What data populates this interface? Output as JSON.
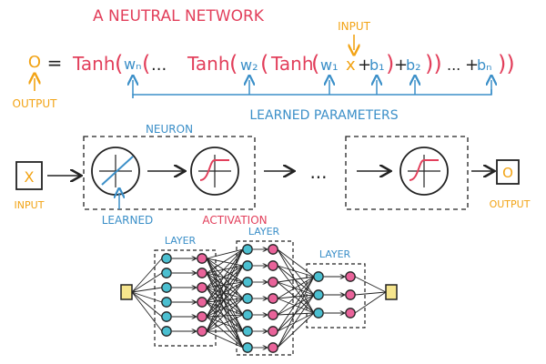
{
  "title": "A NEUTRAL NETWORK",
  "colors": {
    "red": "#e23f5b",
    "orange": "#f2a314",
    "blue": "#3b8fc8",
    "ink": "#222222",
    "teal": "#4bbfd0",
    "pink": "#e9639a",
    "yellow": "#f6e58d"
  },
  "equation": {
    "output": "O",
    "equals": "=",
    "tanh": "Tanh",
    "open_paren": "(",
    "ellipsis": "...",
    "w_n": "wₙ",
    "w_2": "w₂",
    "w_1": "w₁",
    "x": "x",
    "plus": "+",
    "b_1": "b₁",
    "b_2": "b₂",
    "b_n": "bₙ",
    "close_2": "))",
    "close_1": ")",
    "close_end": "))",
    "input_label": "INPUT",
    "output_label": "OUTPUT",
    "learned_parameters": "LEARNED PARAMETERS"
  },
  "pipeline": {
    "input_box": "X",
    "input_label": "INPUT",
    "neuron_label": "NEURON",
    "learned_label": "LEARNED",
    "activation_label": "ACTIVATION",
    "ellipsis": "...",
    "output_box": "O",
    "output_label": "OUTPUT"
  },
  "network": {
    "layer1_label": "LAYER",
    "layer2_label": "LAYER",
    "layer3_label": "LAYER"
  }
}
